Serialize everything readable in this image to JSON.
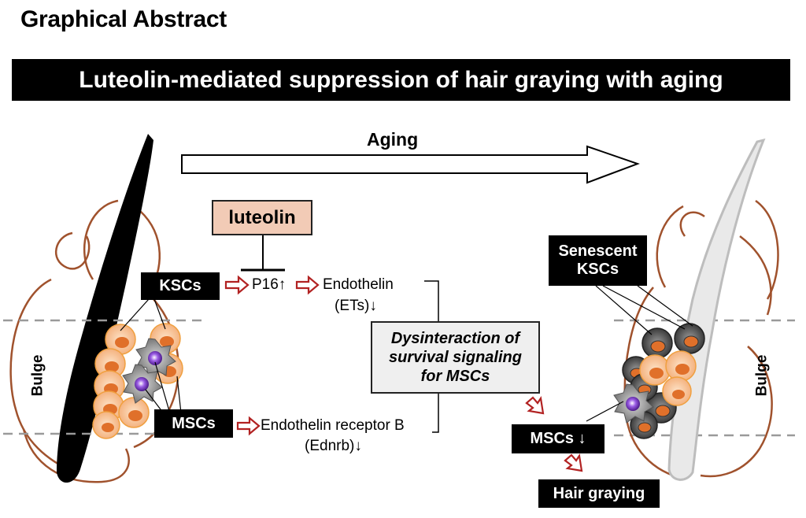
{
  "title": "Graphical Abstract",
  "banner": "Luteolin-mediated suppression of hair graying with aging",
  "aging_label": "Aging",
  "luteolin_label": "luteolin",
  "ksc_label": "KSCs",
  "msc_label": "MSCs",
  "p16_label": "P16↑",
  "endothelin_line1": "Endothelin",
  "endothelin_line2": "(ETs)↓",
  "ednrb_line1": "Endothelin receptor B",
  "ednrb_line2": "(Ednrb)↓",
  "dysinteraction": {
    "line1": "Dysinteraction of",
    "line2": "survival signaling",
    "line3": "for MSCs"
  },
  "senescent": {
    "line1": "Senescent",
    "line2": "KSCs"
  },
  "msc_down_label": "MSCs ↓",
  "hair_graying_label": "Hair graying",
  "bulge_left": "Bulge",
  "bulge_right": "Bulge",
  "colors": {
    "follicle": "#a0522d",
    "arrow_red": "#b22222",
    "ksc_fill": "#f7c49a",
    "ksc_nucleus": "#e0702a",
    "senescent_fill": "#555555",
    "msc_fill": "#9a9a9a",
    "msc_nucleus": "#7b3fc4",
    "luteolin_fill": "#f2cbb6"
  }
}
